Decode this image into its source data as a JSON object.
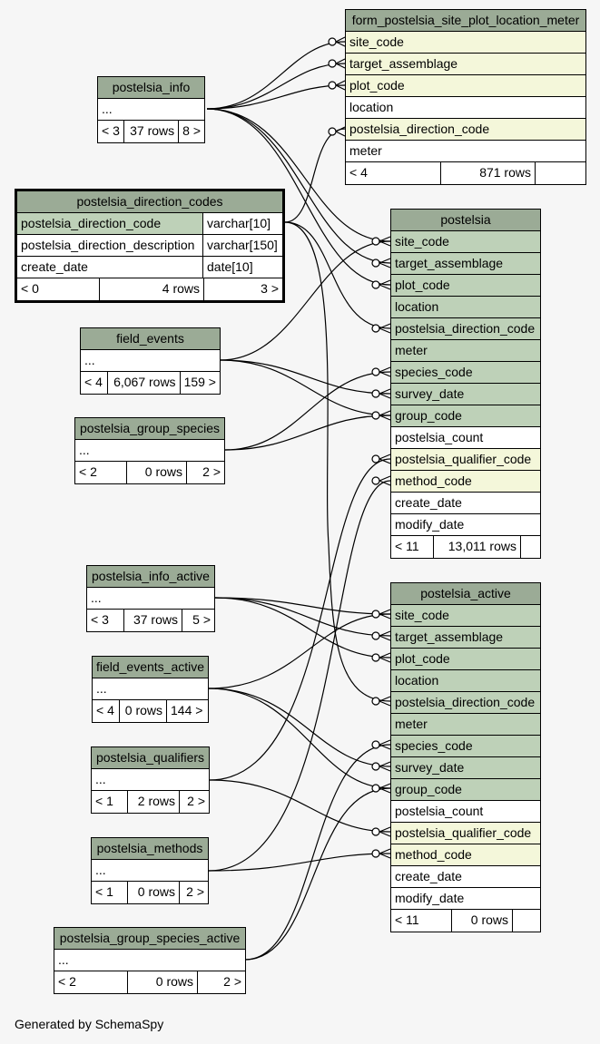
{
  "tables": {
    "form_postelsia_site_plot_location_meter": {
      "name": "form_postelsia_site_plot_location_meter",
      "columns": [
        "site_code",
        "target_assemblage",
        "plot_code",
        "location",
        "postelsia_direction_code",
        "meter"
      ],
      "stats": [
        "< 4",
        "871 rows",
        ""
      ]
    },
    "postelsia_info": {
      "name": "postelsia_info",
      "columns": [
        "..."
      ],
      "stats": [
        "< 3",
        "37 rows",
        "8 >"
      ]
    },
    "postelsia_direction_codes": {
      "name": "postelsia_direction_codes",
      "columns": [
        {
          "name": "postelsia_direction_code",
          "type": "varchar[10]"
        },
        {
          "name": "postelsia_direction_description",
          "type": "varchar[150]"
        },
        {
          "name": "create_date",
          "type": "date[10]"
        }
      ],
      "stats": [
        "< 0",
        "4 rows",
        "3 >"
      ]
    },
    "postelsia": {
      "name": "postelsia",
      "columns": [
        "site_code",
        "target_assemblage",
        "plot_code",
        "location",
        "postelsia_direction_code",
        "meter",
        "species_code",
        "survey_date",
        "group_code",
        "postelsia_count",
        "postelsia_qualifier_code",
        "method_code",
        "create_date",
        "modify_date"
      ],
      "stats": [
        "< 11",
        "13,011 rows",
        ""
      ]
    },
    "field_events": {
      "name": "field_events",
      "columns": [
        "..."
      ],
      "stats": [
        "< 4",
        "6,067 rows",
        "159 >"
      ]
    },
    "postelsia_group_species": {
      "name": "postelsia_group_species",
      "columns": [
        "..."
      ],
      "stats": [
        "< 2",
        "0 rows",
        "2 >"
      ]
    },
    "postelsia_info_active": {
      "name": "postelsia_info_active",
      "columns": [
        "..."
      ],
      "stats": [
        "< 3",
        "37 rows",
        "5 >"
      ]
    },
    "postelsia_active": {
      "name": "postelsia_active",
      "columns": [
        "site_code",
        "target_assemblage",
        "plot_code",
        "location",
        "postelsia_direction_code",
        "meter",
        "species_code",
        "survey_date",
        "group_code",
        "postelsia_count",
        "postelsia_qualifier_code",
        "method_code",
        "create_date",
        "modify_date"
      ],
      "stats": [
        "< 11",
        "0 rows",
        ""
      ]
    },
    "field_events_active": {
      "name": "field_events_active",
      "columns": [
        "..."
      ],
      "stats": [
        "< 4",
        "0 rows",
        "144 >"
      ]
    },
    "postelsia_qualifiers": {
      "name": "postelsia_qualifiers",
      "columns": [
        "..."
      ],
      "stats": [
        "< 1",
        "2 rows",
        "2 >"
      ]
    },
    "postelsia_methods": {
      "name": "postelsia_methods",
      "columns": [
        "..."
      ],
      "stats": [
        "< 1",
        "0 rows",
        "2 >"
      ]
    },
    "postelsia_group_species_active": {
      "name": "postelsia_group_species_active",
      "columns": [
        "..."
      ],
      "stats": [
        "< 2",
        "0 rows",
        "2 >"
      ]
    }
  },
  "footer": "Generated by SchemaSpy",
  "colors": {
    "header": "#9bab96",
    "key_row": "#bed1b8",
    "fk_row": "#f4f7da",
    "background": "#f6f6f6"
  }
}
